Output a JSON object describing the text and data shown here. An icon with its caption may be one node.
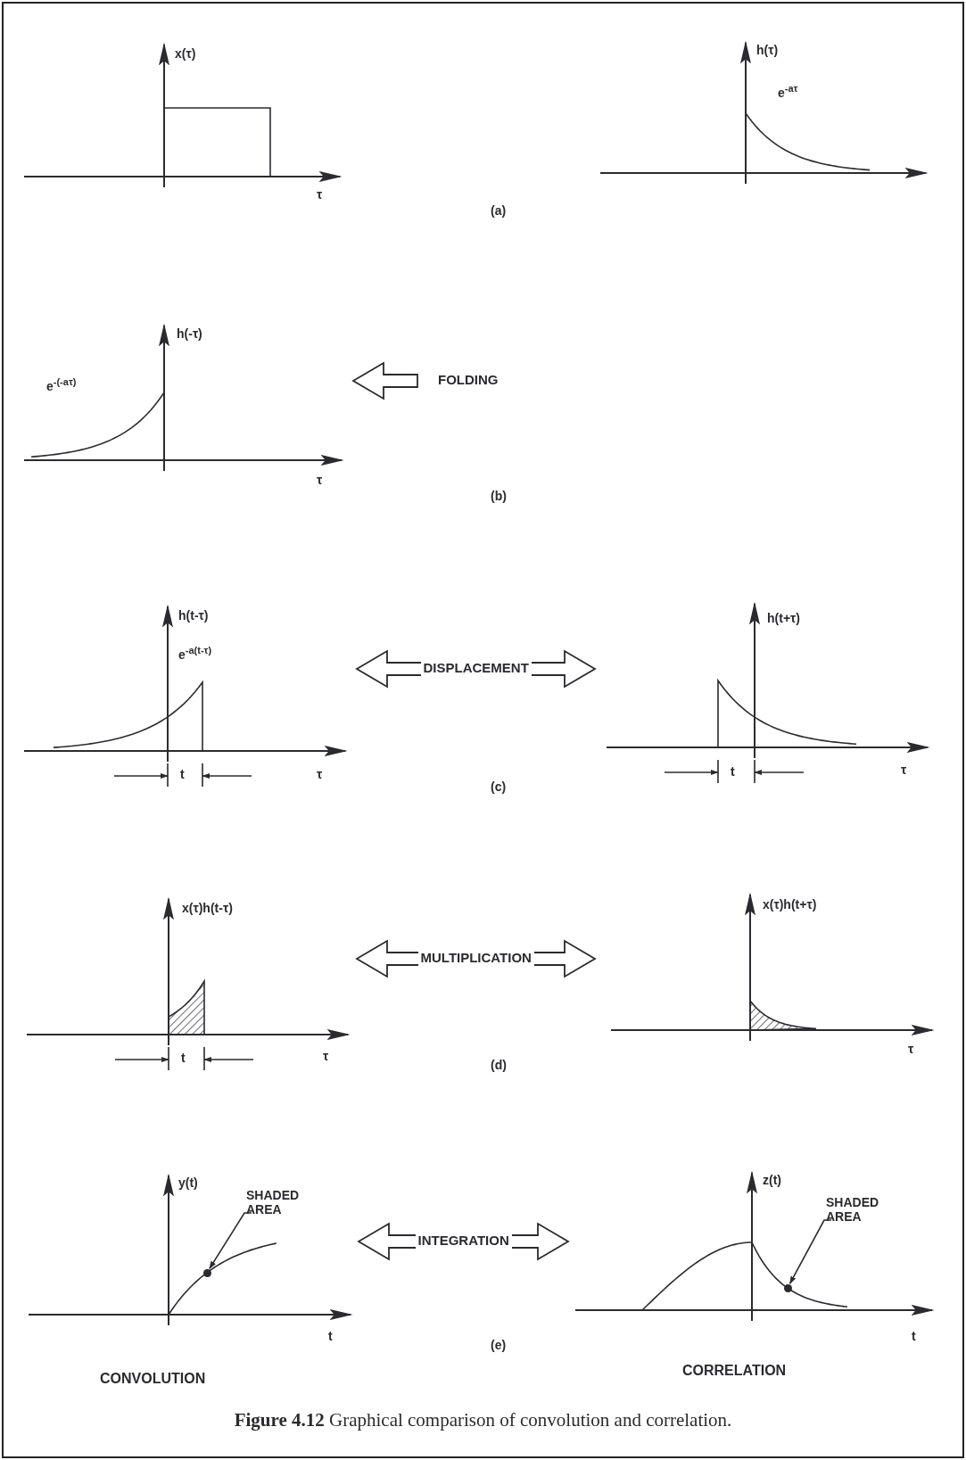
{
  "diagram": {
    "caption": "**Figure 4.12** Graphical comparison of convolution and correlation.",
    "nodes": [
      {
        "text": [
          "x(τ)",
          "τ"
        ]
      },
      {
        "text": [
          "h(τ)",
          "e$^{-aτ}$"
        ]
      },
      {
        "text": [
          "h(-τ)",
          "e$^{-(-aτ)}$",
          "τ"
        ]
      },
      {
        "text": [
          "h(t-τ)",
          "e$^{-a(t-τ)}$",
          "t",
          "τ"
        ]
      },
      {
        "text": [
          "h(t+τ)",
          "t",
          "τ"
        ]
      },
      {
        "text": [
          "x(τ)h(t-τ)",
          "t",
          "τ"
        ]
      },
      {
        "text": [
          "x(τ)h(t+τ)",
          "τ"
        ]
      },
      {
        "text": [
          "y(t)",
          "t"
        ]
      },
      {
        "text": [
          "SHADED AREA"
        ],
        "in": 7
      },
      {
        "text": [],
        "shape": "circle",
        "in": 7
      },
      {
        "text": [
          "z(t)",
          "t"
        ]
      },
      {
        "text": [
          "SHADED AREA"
        ],
        "in": 10
      },
      {
        "text": [],
        "shape": "circle",
        "in": 10
      }
    ],
    "edges": [
      {
        "from": null,
        "to": 2,
        "arrow": "to",
        "label": "FOLDING"
      },
      {
        "from": 3,
        "to": 4,
        "arrow": "both",
        "label": "DISPLACEMENT"
      },
      {
        "from": 5,
        "to": 6,
        "arrow": "both",
        "label": "MULTIPLICATION"
      },
      {
        "from": 7,
        "to": 10,
        "arrow": "both",
        "label": "INTEGRATION"
      },
      {
        "from": 8,
        "to": 9,
        "arrow": "to"
      },
      {
        "from": 11,
        "to": 12,
        "arrow": "to"
      }
    ],
    "labels": [
      "(a)",
      "(b)",
      "(c)",
      "(d)",
      "(e)",
      "CONVOLUTION",
      "CORRELATION"
    ]
  }
}
